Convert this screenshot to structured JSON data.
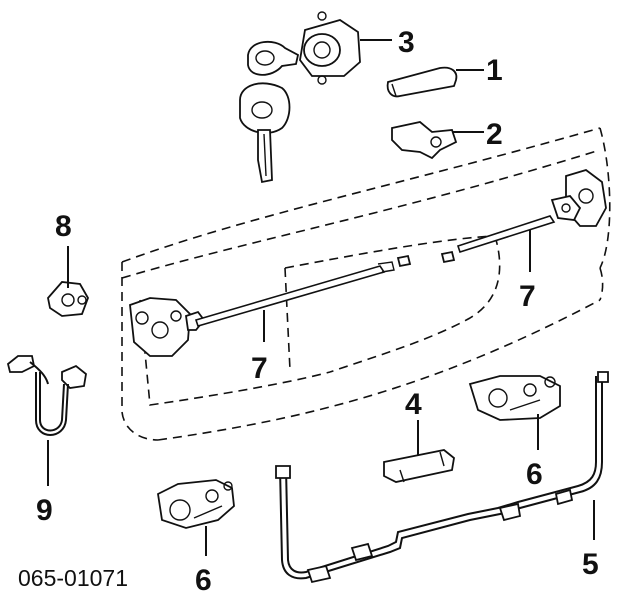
{
  "callouts": {
    "c1": "1",
    "c2": "2",
    "c3": "3",
    "c4": "4",
    "c5": "5",
    "c6a": "6",
    "c6b": "6",
    "c7a": "7",
    "c7b": "7",
    "c8": "8",
    "c9": "9"
  },
  "reference_code": "065-01071"
}
